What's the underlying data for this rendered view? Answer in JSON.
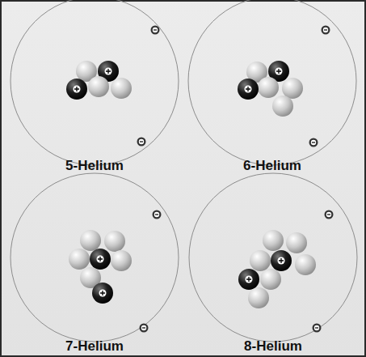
{
  "diagram": {
    "labels": [
      "5-Helium",
      "6-Helium",
      "7-Helium",
      "8-Helium"
    ]
  }
}
